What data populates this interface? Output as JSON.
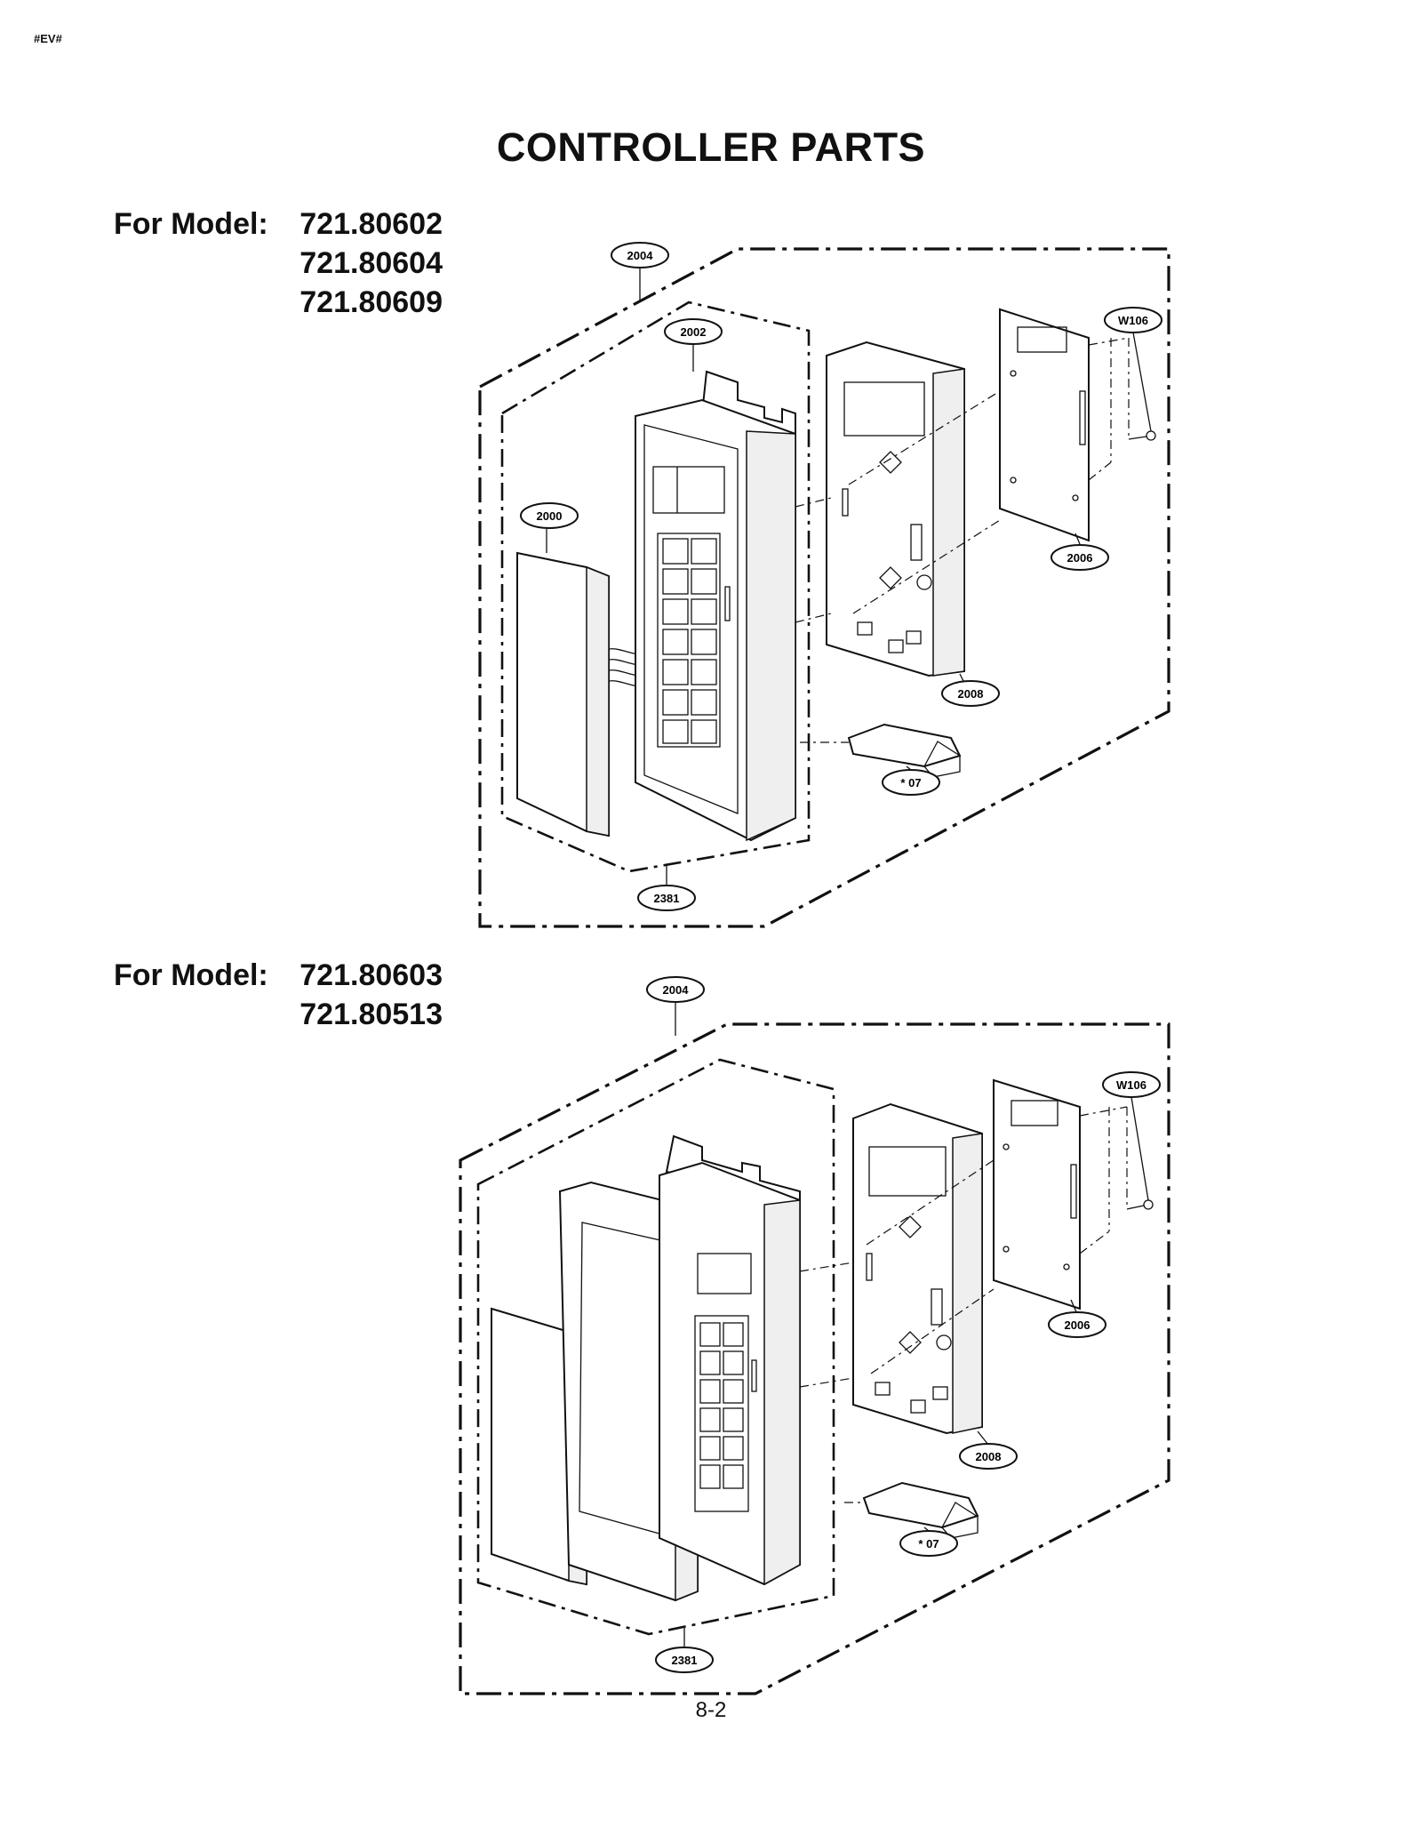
{
  "header_tag": "#EV#",
  "title": "CONTROLLER PARTS",
  "sections": [
    {
      "label": "For Model:",
      "models": [
        "721.80602",
        "721.80604",
        "721.80609"
      ],
      "callouts": [
        "2004",
        "2002",
        "2000",
        "W106",
        "2006",
        "2008",
        "* 07",
        "2381"
      ]
    },
    {
      "label": "For Model:",
      "models": [
        "721.80603",
        "721.80513"
      ],
      "callouts": [
        "2004",
        "W106",
        "2006",
        "2008",
        "* 07",
        "2381"
      ]
    }
  ],
  "page_number": "8-2"
}
